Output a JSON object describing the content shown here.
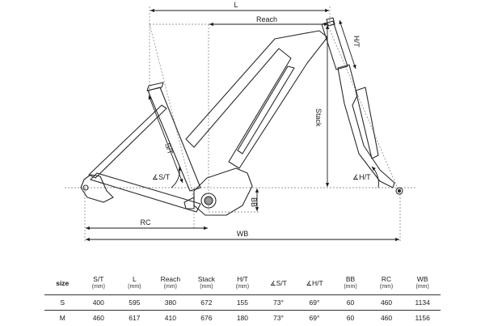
{
  "dimension_labels": {
    "length": "L",
    "reach": "Reach",
    "head_tube": "H/T",
    "stack": "Stack",
    "seat_tube": "S/T",
    "seat_angle": "∡S/T",
    "head_angle": "∡H/T",
    "bb_drop": "BB",
    "chainstay": "RC",
    "wheelbase": "WB"
  },
  "table": {
    "columns": [
      {
        "name": "size",
        "unit": ""
      },
      {
        "name": "S/T",
        "unit": "(mm)"
      },
      {
        "name": "L",
        "unit": "(mm)"
      },
      {
        "name": "Reach",
        "unit": "(mm)"
      },
      {
        "name": "Stack",
        "unit": "(mm)"
      },
      {
        "name": "H/T",
        "unit": "(mm)"
      },
      {
        "name": "∡S/T",
        "unit": ""
      },
      {
        "name": "∡H/T",
        "unit": ""
      },
      {
        "name": "BB",
        "unit": "(mm)"
      },
      {
        "name": "RC",
        "unit": "(mm)"
      },
      {
        "name": "WB",
        "unit": "(mm)"
      }
    ],
    "rows": [
      [
        "S",
        "400",
        "595",
        "380",
        "672",
        "155",
        "73°",
        "69°",
        "60",
        "460",
        "1134"
      ],
      [
        "M",
        "460",
        "617",
        "410",
        "676",
        "180",
        "73°",
        "69°",
        "60",
        "460",
        "1156"
      ]
    ]
  }
}
